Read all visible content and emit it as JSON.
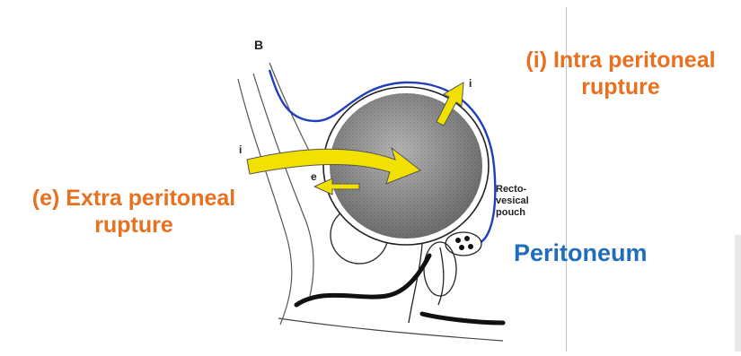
{
  "panel_letter": "B",
  "labels": {
    "intra": [
      "(i) Intra peritoneal",
      "rupture"
    ],
    "extra": [
      "(e) Extra peritoneal",
      "rupture"
    ],
    "peritoneum": "Peritoneum",
    "pouch": [
      "Recto-",
      "vesical",
      "pouch"
    ],
    "arrow_i_big": "i",
    "arrow_i_small": "i",
    "arrow_e": "e"
  },
  "colors": {
    "label_orange": "#e8701f",
    "peritoneum_blue": "#1f6dbf",
    "arrow_yellow": "#f2e000",
    "bladder_fill": "#8a8a8a"
  }
}
